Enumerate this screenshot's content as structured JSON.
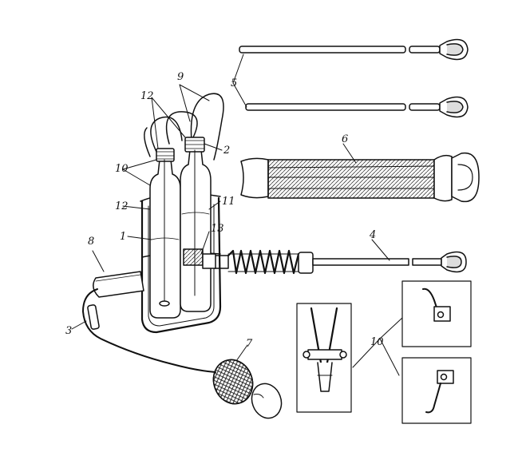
{
  "figure": {
    "labels": {
      "l1": "1",
      "l2": "2",
      "l3": "3",
      "l4": "4",
      "l5": "5",
      "l6": "6",
      "l7": "7",
      "l8": "8",
      "l9": "9",
      "l10a": "10",
      "l10b": "10",
      "l11": "11",
      "l12a": "12",
      "l12b": "12",
      "l13": "13"
    }
  }
}
